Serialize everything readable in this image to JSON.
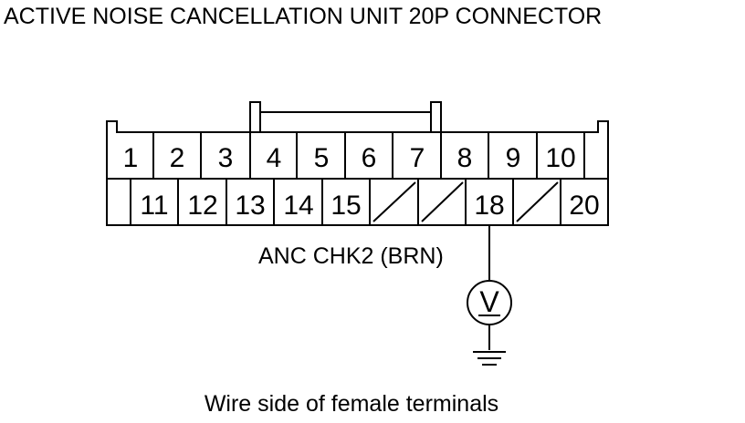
{
  "title": "ACTIVE NOISE CANCELLATION UNIT 20P CONNECTOR",
  "connector": {
    "top_row": [
      {
        "id": "pin-1",
        "label": "1"
      },
      {
        "id": "pin-2",
        "label": "2"
      },
      {
        "id": "pin-3",
        "label": "3"
      },
      {
        "id": "pin-4",
        "label": "4"
      },
      {
        "id": "pin-5",
        "label": "5"
      },
      {
        "id": "pin-6",
        "label": "6"
      },
      {
        "id": "pin-7",
        "label": "7"
      },
      {
        "id": "pin-8",
        "label": "8"
      },
      {
        "id": "pin-9",
        "label": "9"
      },
      {
        "id": "pin-10",
        "label": "10"
      }
    ],
    "bottom_row": [
      {
        "id": "pin-11",
        "label": "11"
      },
      {
        "id": "pin-12",
        "label": "12"
      },
      {
        "id": "pin-13",
        "label": "13"
      },
      {
        "id": "pin-14",
        "label": "14"
      },
      {
        "id": "pin-15",
        "label": "15"
      },
      {
        "id": "pin-16",
        "label": "",
        "empty": true
      },
      {
        "id": "pin-17",
        "label": "",
        "empty": true
      },
      {
        "id": "pin-18",
        "label": "18"
      },
      {
        "id": "pin-19",
        "label": "",
        "empty": true
      },
      {
        "id": "pin-20",
        "label": "20"
      }
    ]
  },
  "probe": {
    "wire_label": "ANC CHK2 (BRN)",
    "meter_symbol": "V"
  },
  "caption": "Wire side of female terminals"
}
